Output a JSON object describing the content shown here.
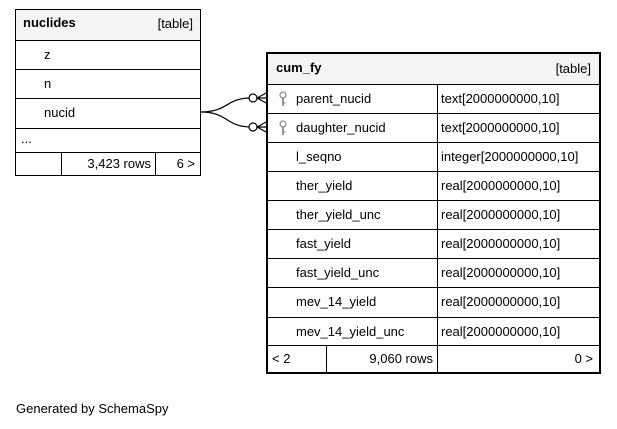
{
  "tables": {
    "nuclides": {
      "name": "nuclides",
      "kind": "[table]",
      "columns": [
        "z",
        "n",
        "nucid"
      ],
      "ellipsis": "...",
      "row_count": "3,423 rows",
      "children_count": "6 >"
    },
    "cum_fy": {
      "name": "cum_fy",
      "kind": "[table]",
      "columns": [
        {
          "name": "parent_nucid",
          "type": "text[2000000000,10]",
          "foreign_key": true
        },
        {
          "name": "daughter_nucid",
          "type": "text[2000000000,10]",
          "foreign_key": true
        },
        {
          "name": "l_seqno",
          "type": "integer[2000000000,10]",
          "foreign_key": false
        },
        {
          "name": "ther_yield",
          "type": "real[2000000000,10]",
          "foreign_key": false
        },
        {
          "name": "ther_yield_unc",
          "type": "real[2000000000,10]",
          "foreign_key": false
        },
        {
          "name": "fast_yield",
          "type": "real[2000000000,10]",
          "foreign_key": false
        },
        {
          "name": "fast_yield_unc",
          "type": "real[2000000000,10]",
          "foreign_key": false
        },
        {
          "name": "mev_14_yield",
          "type": "real[2000000000,10]",
          "foreign_key": false
        },
        {
          "name": "mev_14_yield_unc",
          "type": "real[2000000000,10]",
          "foreign_key": false
        }
      ],
      "parents_count": "< 2",
      "row_count": "9,060 rows",
      "children_count": "0 >"
    }
  },
  "relationships": [
    {
      "from": "cum_fy.parent_nucid",
      "to": "nuclides.nucid"
    },
    {
      "from": "cum_fy.daughter_nucid",
      "to": "nuclides.nucid"
    }
  ],
  "footer": "Generated by SchemaSpy"
}
